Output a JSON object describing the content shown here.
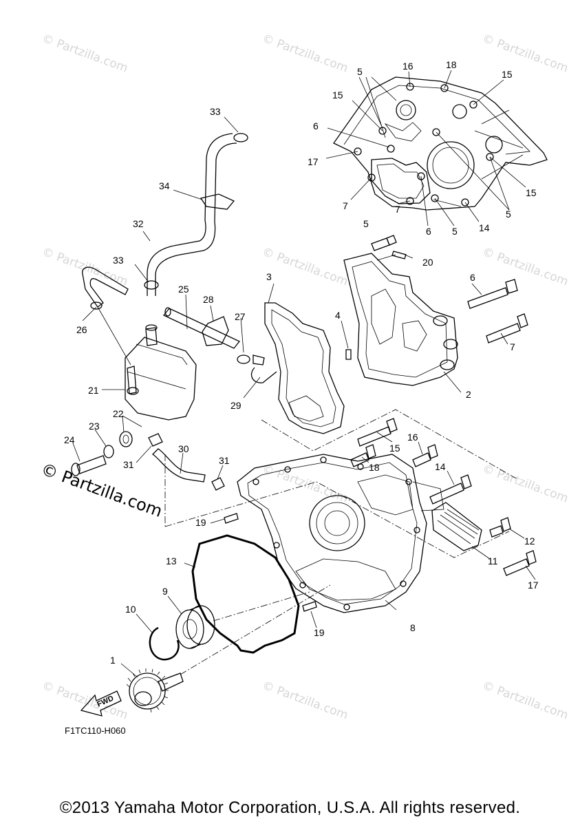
{
  "diagram": {
    "figure_code": "F1TC110-H060",
    "direction_label": "FWD",
    "copyright": "©2013 Yamaha Motor Corporation, U.S.A. All rights reserved.",
    "watermark": "© Partzilla.com",
    "watermark_prominent": "© Partzilla.com",
    "callouts": {
      "c1": "1",
      "c2": "2",
      "c3": "3",
      "c4": "4",
      "c5a": "5",
      "c5b": "5",
      "c5c": "5",
      "c5d": "5",
      "c6a": "6",
      "c6b": "6",
      "c6c": "6",
      "c7a": "7",
      "c7b": "7",
      "c7c": "7",
      "c8": "8",
      "c9": "9",
      "c10": "10",
      "c11": "11",
      "c12": "12",
      "c13": "13",
      "c14a": "14",
      "c14b": "14",
      "c15a": "15",
      "c15b": "15",
      "c15c": "15",
      "c15d": "15",
      "c16a": "16",
      "c16b": "16",
      "c17a": "17",
      "c17b": "17",
      "c18a": "18",
      "c18b": "18",
      "c19a": "19",
      "c19b": "19",
      "c20": "20",
      "c21": "21",
      "c22": "22",
      "c23": "23",
      "c24": "24",
      "c25": "25",
      "c26": "26",
      "c27": "27",
      "c28": "28",
      "c29": "29",
      "c30": "30",
      "c31a": "31",
      "c31b": "31",
      "c32": "32",
      "c33a": "33",
      "c33b": "33",
      "c34": "34"
    }
  }
}
